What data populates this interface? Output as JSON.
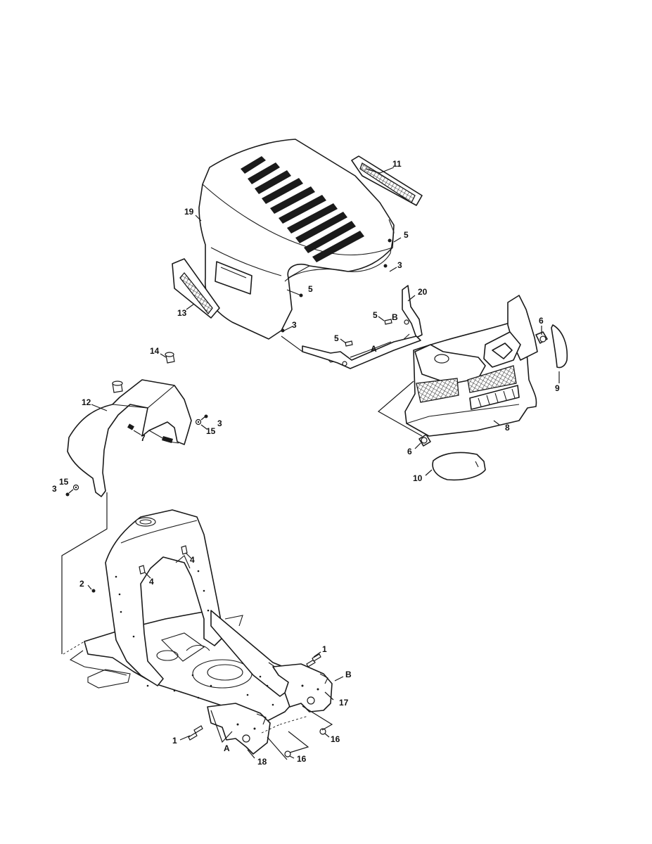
{
  "callouts": {
    "c1a": "1",
    "c1b": "1",
    "c2": "2",
    "c3a": "3",
    "c3b": "3",
    "c3c": "3",
    "c3d": "3",
    "c4a": "4",
    "c4b": "4",
    "c5a": "5",
    "c5b": "5",
    "c5c": "5",
    "c5d": "5",
    "c6a": "6",
    "c6b": "6",
    "c7": "7",
    "c8": "8",
    "c9": "9",
    "c10": "10",
    "c11": "11",
    "c12": "12",
    "c13": "13",
    "c14": "14",
    "c15a": "15",
    "c15b": "15",
    "c16a": "16",
    "c16b": "16",
    "c17": "17",
    "c18": "18",
    "c19": "19",
    "c20": "20",
    "refA1": "A",
    "refA2": "A",
    "refB1": "B",
    "refB2": "B"
  }
}
